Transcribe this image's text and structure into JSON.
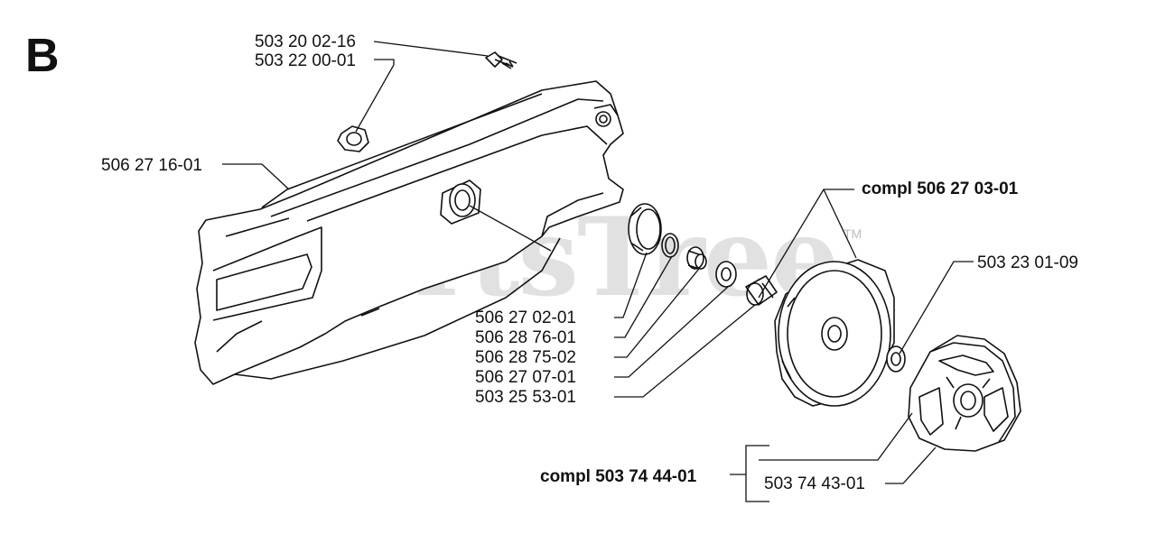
{
  "section_letter": "B",
  "watermark": {
    "text": "PartsTree",
    "trademark": "TM"
  },
  "labels": {
    "screw": "503 20 02-16",
    "nut": "503 22 00-01",
    "clutch_cover": "506 27 16-01",
    "drum_compl": "compl 506 27 03-01",
    "washer_right": "503 23 01-09",
    "sprocket_rim": "506 27 02-01",
    "lock_ring": "506 28 76-01",
    "bushing": "506 28 75-02",
    "washer": "506 27 07-01",
    "needle_bearing": "503 25 53-01",
    "clutch_compl": "compl 503 74 44-01",
    "clutch": "503 74 43-01"
  },
  "colors": {
    "ink": "#111111",
    "watermark": "#d8d8d8",
    "part_fill": "#ffffff"
  }
}
